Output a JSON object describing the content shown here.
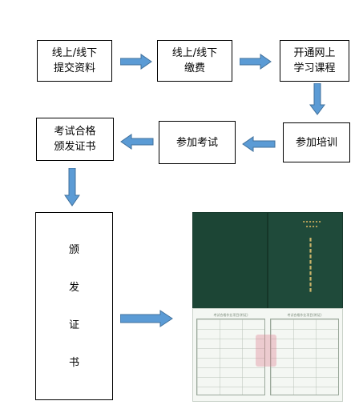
{
  "colors": {
    "arrow": "#5b9bd5",
    "arrow_edge": "#41719c",
    "box_border": "#000000",
    "cover": "#1f4a3a"
  },
  "flow": {
    "step1": "线上/线下\n提交资料",
    "step2": "线上/线下\n缴费",
    "step3": "开通网上\n学习课程",
    "step4": "参加培训",
    "step5": "参加考试",
    "step6": "考试合格\n颁发证书",
    "step7": [
      "颁",
      "发",
      "证",
      "书"
    ]
  },
  "certificate": {
    "page_title_left": "考试合格作业项目(附证)",
    "page_title_right": "考试合格作业项目(附证)"
  }
}
